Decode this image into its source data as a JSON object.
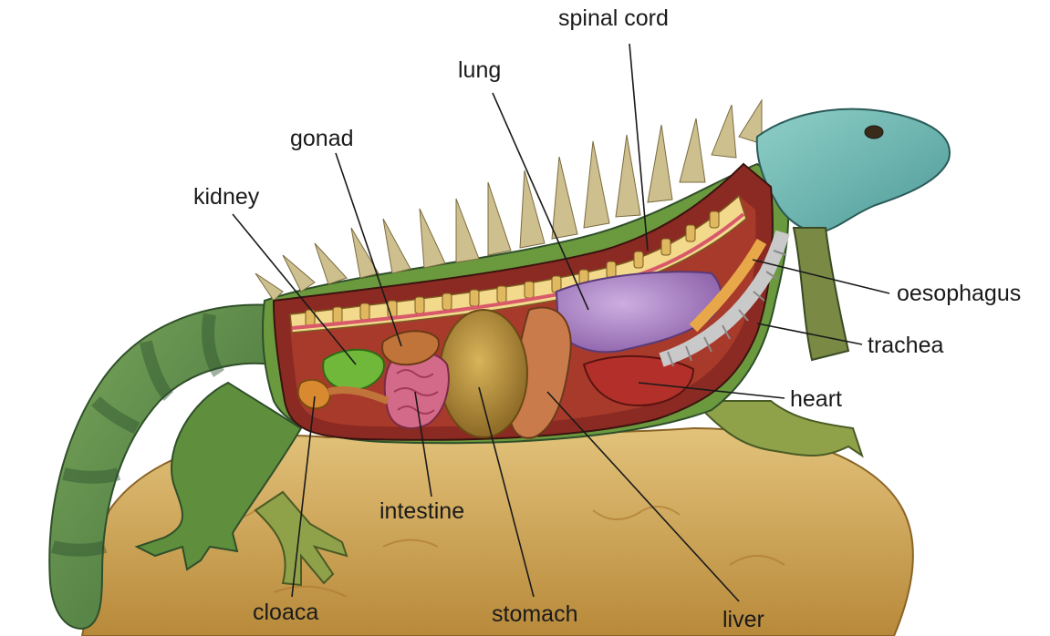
{
  "labels": {
    "spinal_cord": "spinal cord",
    "lung": "lung",
    "gonad": "gonad",
    "kidney": "kidney",
    "oesophagus": "oesophagus",
    "trachea": "trachea",
    "heart": "heart",
    "intestine": "intestine",
    "cloaca": "cloaca",
    "stomach": "stomach",
    "liver": "liver"
  },
  "colors": {
    "rock": "#c9a04a",
    "body_green": "#5a8a3a",
    "head_blue": "#6fb3b0",
    "lung": "#a77fc0",
    "stomach": "#b8953e",
    "liver": "#c97b4b",
    "heart": "#b3302a",
    "kidney": "#6fb83a",
    "spine_bone": "#f2d98c",
    "spinal_cord": "#d85a6a"
  }
}
